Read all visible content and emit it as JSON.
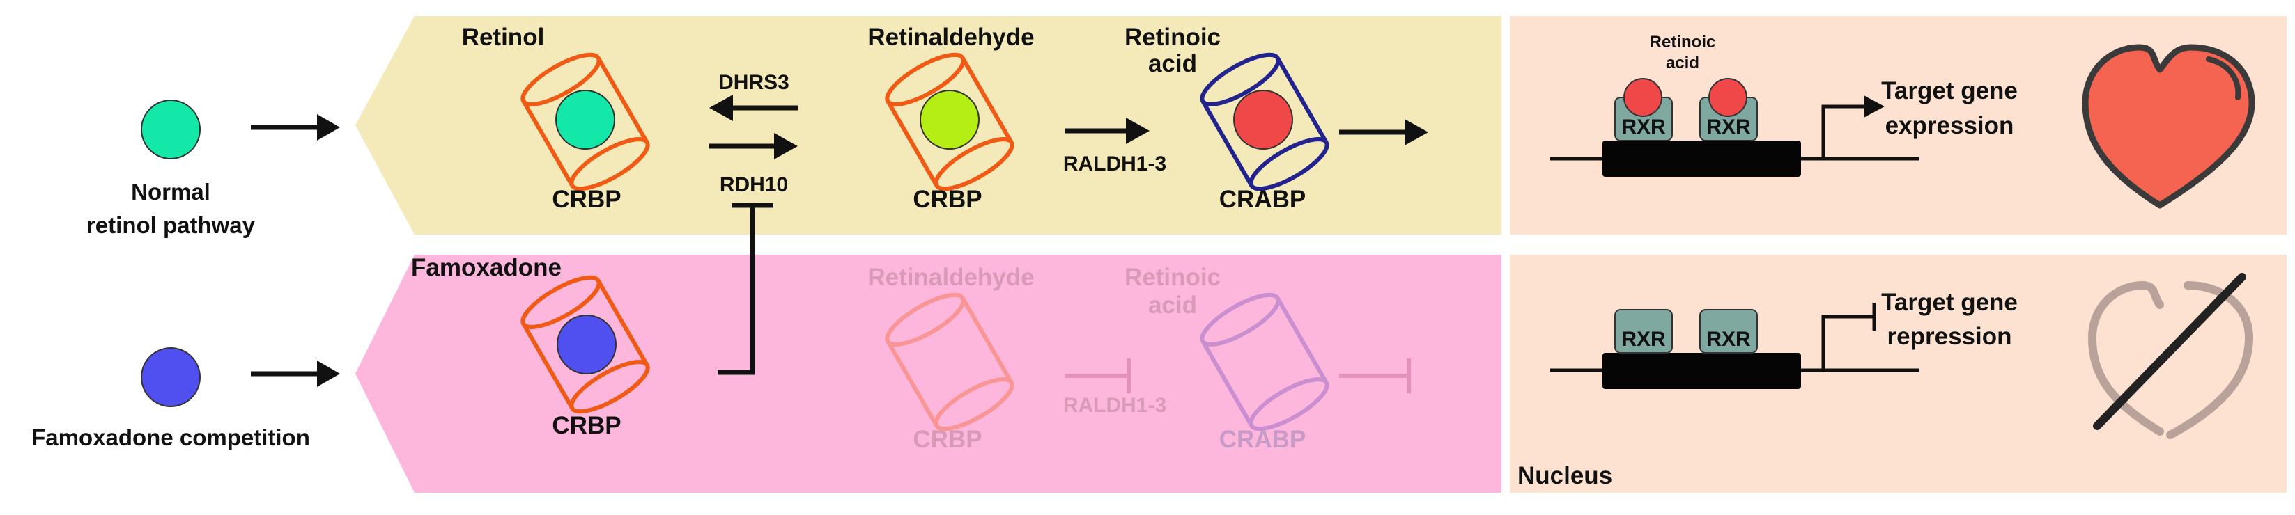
{
  "left_labels": {
    "normal_line1": "Normal",
    "normal_line2": "retinol pathway",
    "famoxadone": "Famoxadone competition"
  },
  "top_row": {
    "retinol": "Retinol",
    "dhrs3": "DHRS3",
    "rdh10": "RDH10",
    "retinaldehyde": "Retinaldehyde",
    "crbp_1": "CRBP",
    "crbp_2": "CRBP",
    "raldh": "RALDH1-3",
    "retinoic_line1": "Retinoic",
    "retinoic_line2": "acid",
    "crabp": "CRABP"
  },
  "bottom_row": {
    "famoxadone": "Famoxadone",
    "crbp": "CRBP",
    "retinaldehyde": "Retinaldehyde",
    "crbp_faded": "CRBP",
    "raldh": "RALDH1-3",
    "retinoic_line1": "Retinoic",
    "retinoic_line2": "acid",
    "crabp": "CRABP"
  },
  "nucleus": {
    "label": "Nucleus",
    "ra_line1": "Retinoic",
    "ra_line2": "acid",
    "rxr_1": "RXR",
    "rxr_2": "RXR",
    "rxr_3": "RXR",
    "rxr_4": "RXR",
    "expr_line1": "Target gene",
    "expr_line2": "expression",
    "repr_line1": "Target gene",
    "repr_line2": "repression"
  },
  "colors": {
    "yellow_band": "#f4e9b8",
    "pink_band": "#fdb7dc",
    "nucleus_bg": "#fde2d2",
    "crbp_orange": "#f05a14",
    "crabp_blue": "#23238f",
    "retinol_green": "#14e8a8",
    "retinaldehyde_lime": "#b4ee14",
    "retinoic_red": "#f04848",
    "famoxadone_blue": "#5050f0",
    "rxr_teal": "#7fa9a0",
    "heart_red": "#f46450",
    "heart_gray": "#b9a29a"
  },
  "icons": [
    "arrow-icon",
    "inhibition-icon",
    "heart-icon",
    "broken-heart-icon"
  ]
}
